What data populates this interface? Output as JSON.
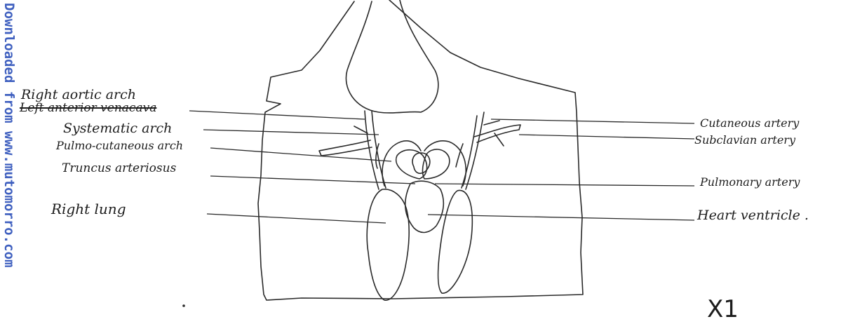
{
  "watermark": "Downloaded from www.mutomorro.com",
  "left_labels": {
    "aortic_arch": "Right aortic arch",
    "vena_cava_struck": "Left anterior venacava",
    "systemic_arch": "Systematic arch",
    "pulmo_cutaneous_arch": "Pulmo-cutaneous arch",
    "truncus": "Truncus arteriosus",
    "lung": "Right lung"
  },
  "right_labels": {
    "cutaneous": "Cutaneous artery",
    "subclavian": "Subclavian artery",
    "pulmonary": "Pulmonary artery",
    "ventricle": "Heart ventricle ."
  },
  "magnification": "X1",
  "colors": {
    "ink": "#1c1c1c",
    "watermark": "#3e5fbf",
    "strike": "#1c1c1c"
  }
}
